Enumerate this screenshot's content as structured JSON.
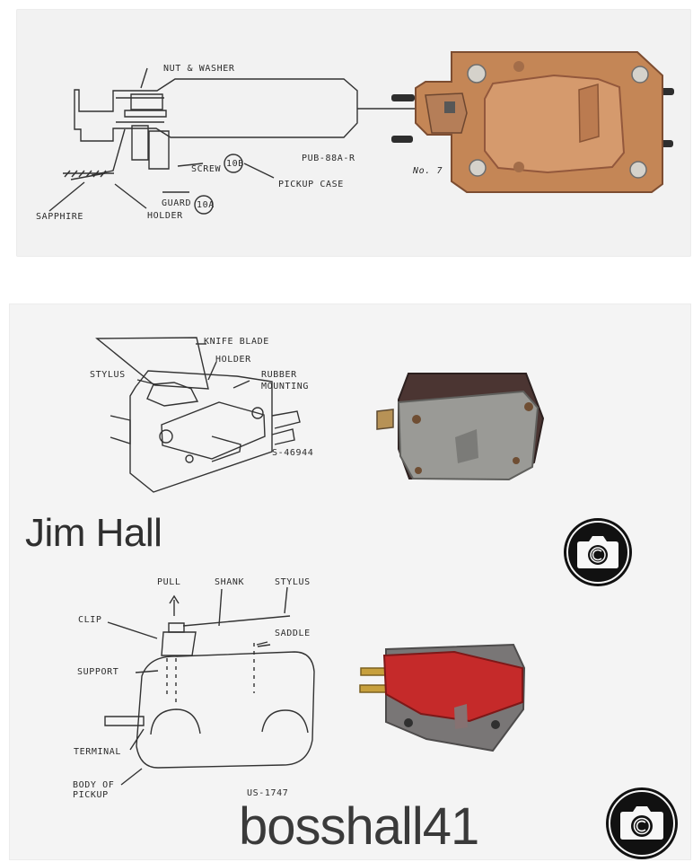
{
  "photo": {
    "top_diagram": {
      "labels": {
        "nut_washer": "NUT & WASHER",
        "screw": "SCREW",
        "screw_ref": "10B",
        "pickup_case": "PICKUP CASE",
        "guard": "GUARD",
        "guard_ref": "10A",
        "sapphire": "SAPPHIRE",
        "holder": "HOLDER",
        "small_code": "PUB-88A-R",
        "model_text": "No. 7"
      }
    },
    "middle_diagram": {
      "labels": {
        "knife_blade": "KNIFE BLADE",
        "holder": "HOLDER",
        "stylus": "STYLUS",
        "rubber": "RUBBER",
        "mounting": "MOUNTING",
        "small_code": "S-46944"
      }
    },
    "bottom_diagram": {
      "labels": {
        "pull": "PULL",
        "shank": "SHANK",
        "stylus": "STYLUS",
        "clip": "CLIP",
        "saddle": "SADDLE",
        "support": "SUPPORT",
        "terminal": "TERMINAL",
        "body_line1": "BODY OF",
        "body_line2": "PICKUP",
        "small_code": "US-1747"
      }
    },
    "watermarks": {
      "primary": "Jim Hall",
      "secondary": "bosshall41"
    },
    "icons": {
      "badge_1": "camera-copyright-icon",
      "badge_2": "camera-copyright-icon"
    },
    "colors": {
      "copper_cartridge": "#c98d61",
      "gray_cartridge": "#8b8b88",
      "red_cartridge": "#c92b2b",
      "ink": "#2d2d2d",
      "watermark": "#2f2f2f"
    }
  }
}
